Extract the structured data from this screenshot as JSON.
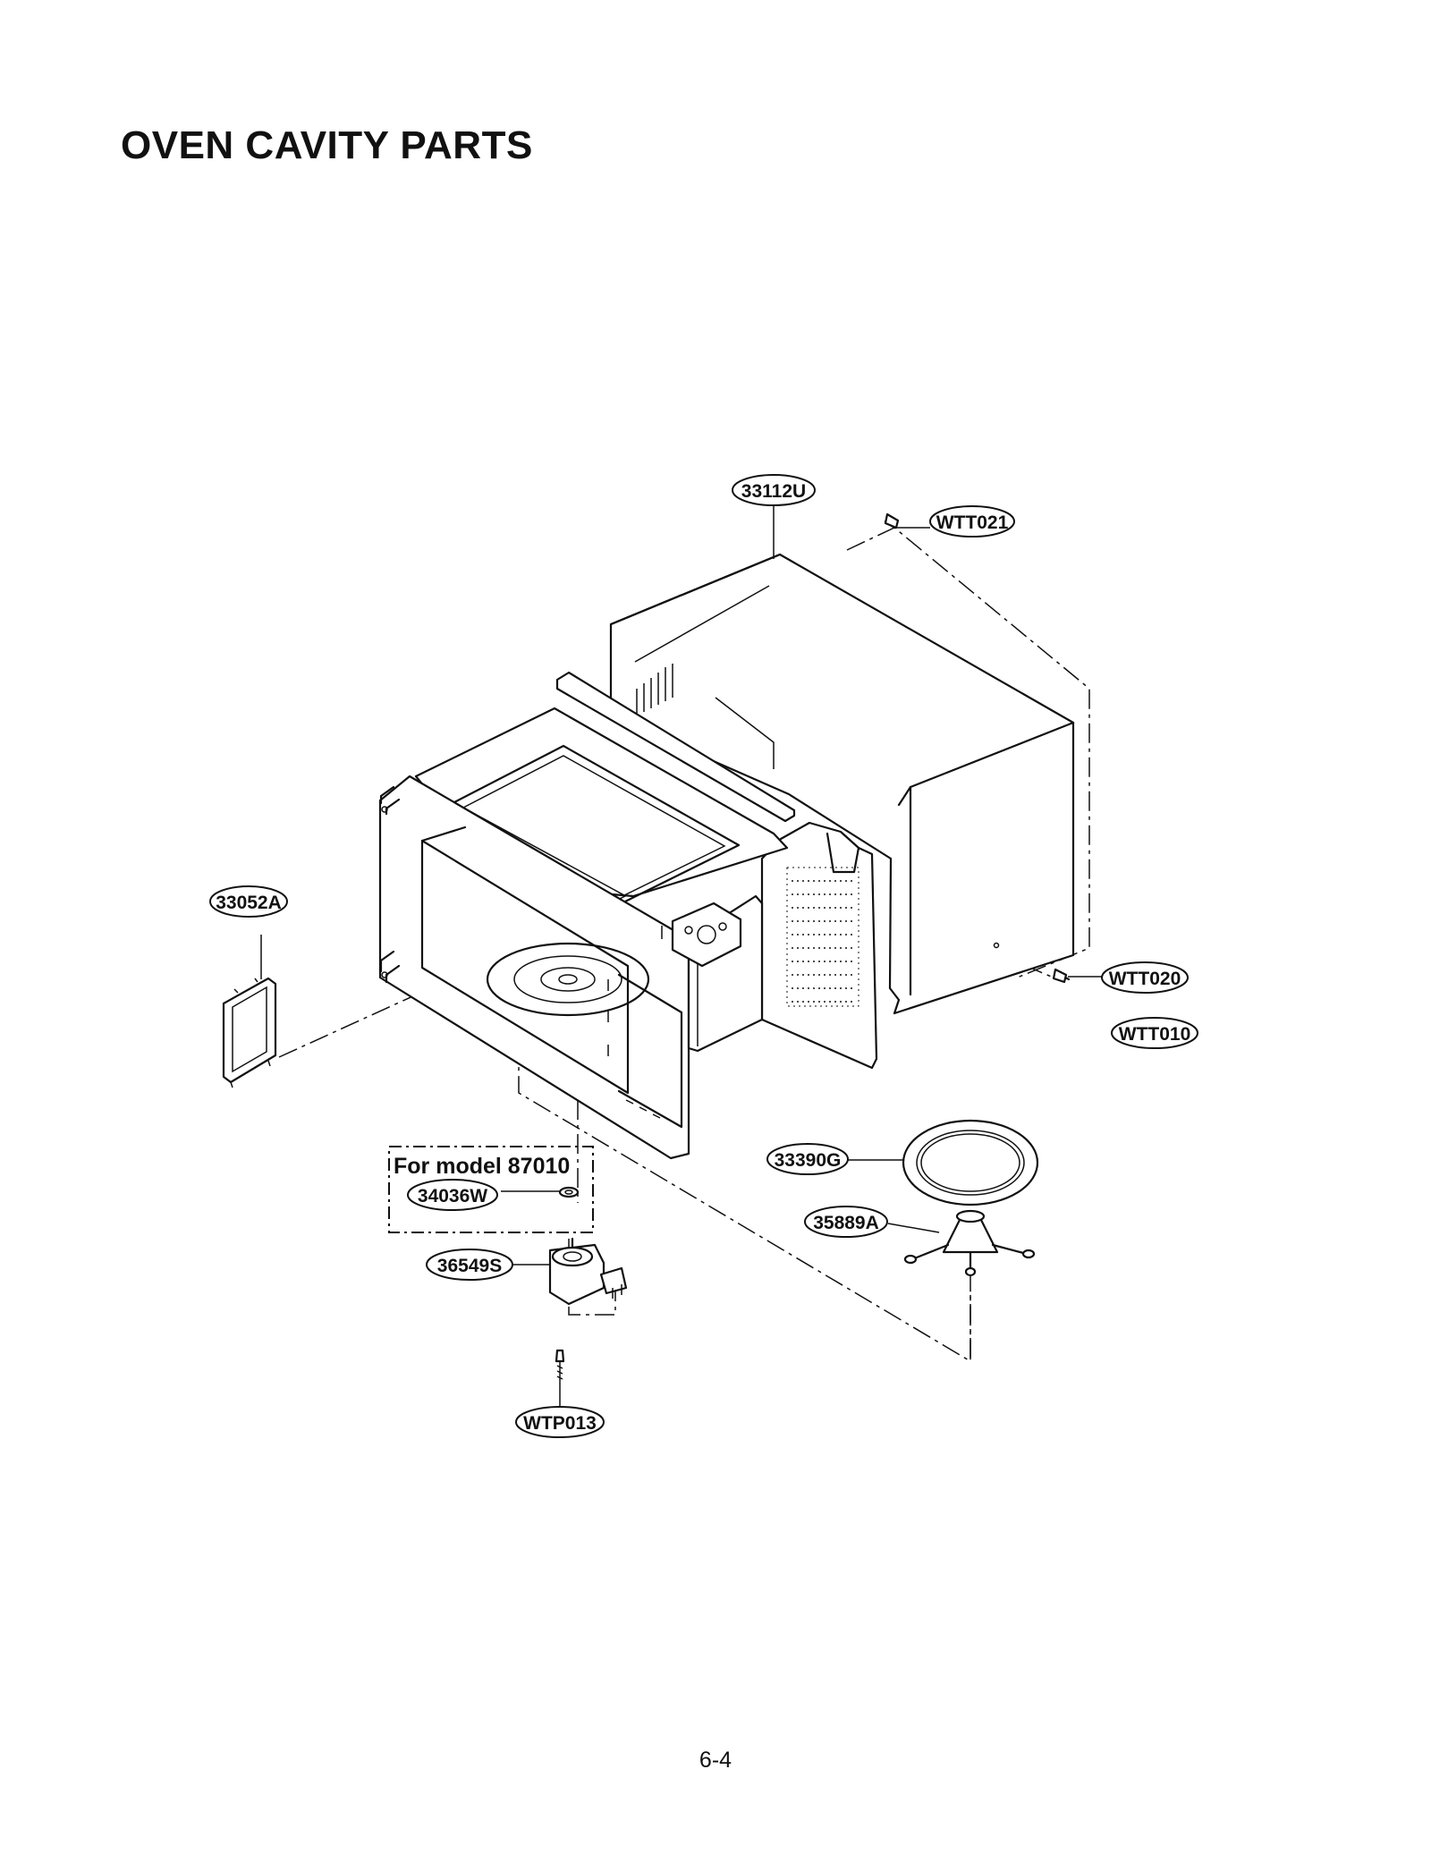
{
  "page": {
    "title": "OVEN CAVITY PARTS",
    "page_number": "6-4"
  },
  "diagram": {
    "note_label": "For model 87010",
    "callouts": {
      "outer_case": "33112U",
      "screw_top": "WTT021",
      "cover_plate": "33052A",
      "screw_side_a": "WTT020",
      "screw_side_b": "WTT010",
      "glass_tray": "33390G",
      "roller_guide": "35889A",
      "coupler": "34036W",
      "motor": "36549S",
      "motor_screw": "WTP013"
    }
  }
}
